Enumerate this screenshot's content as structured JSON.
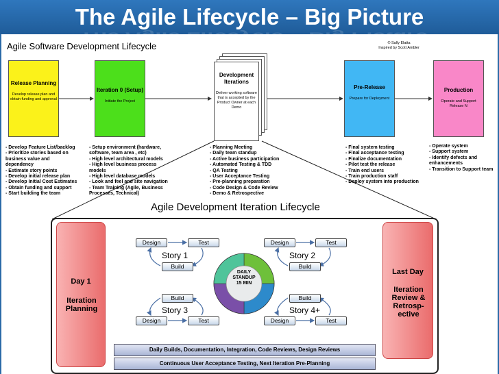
{
  "slide": {
    "title": "The Agile Lifecycle – Big Picture"
  },
  "lifecycle": {
    "title": "Agile Software Development Lifecycle",
    "credit_1": "© Sally Elatta",
    "credit_2": "Inspired by Scott Ambler",
    "phases": [
      {
        "title": "Release Planning",
        "desc": "Develop release plan and obtain funding and approval",
        "color": "#fbf21a",
        "bullets": [
          "- Develop Feature List/backlog",
          "- Prioritize stories based on",
          "business value and",
          "dependency",
          "- Estimate story points",
          "- Develop initial release plan",
          "- Develop Initial Cost Estimates",
          "- Obtain funding and support",
          "- Start building the team"
        ]
      },
      {
        "title": "Iteration 0 (Setup)",
        "desc": "Initiate the Project",
        "color": "#4cdf1b",
        "bullets": [
          "- Setup environment (hardware,",
          "software, team area , etc)",
          "- High level architectural models",
          "- High level business process",
          "models",
          "- High level database models",
          "- Look and feel and site navigation",
          "- Team Training (Agile, Business",
          "Processes, Technical)"
        ]
      },
      {
        "title": "Development Iterations",
        "desc": "Deliver working software that is accepted by the Product Owner at each Demo",
        "color": "#ffffff",
        "bullets": [
          "- Planning Meeting",
          "- Daily team standup",
          "- Active business participation",
          "- Automated Testing & TDD",
          "- QA Testing",
          "- User Acceptance Testing",
          "- Pre-planning preparation",
          "- Code Design & Code Review",
          "- Demo & Retrospective"
        ]
      },
      {
        "title": "Pre-Release",
        "desc": "Prepare for Deployment",
        "color": "#41b7f4",
        "bullets": [
          "- Final system testing",
          "- Final acceptance testing",
          "- Finalize documentation",
          "- Pilot test the release",
          "- Train end users",
          "- Train production staff",
          "- Deploy system into production"
        ]
      },
      {
        "title": "Production",
        "desc": "Operate and Support Release N",
        "color": "#f987c8",
        "bullets": [
          "- Operate system",
          "- Support system",
          "- Identify defects and",
          "enhancements",
          "- Transition to Support team"
        ]
      }
    ]
  },
  "iteration": {
    "title": "Agile Development Iteration Lifecycle",
    "day1": {
      "line1": "Day 1",
      "line2": "Iteration Planning"
    },
    "lastday": {
      "line1": "Last Day",
      "line2": "Iteration Review & Retrosp-ective"
    },
    "standup": [
      "DAILY",
      "STANDUP",
      "15 MIN"
    ],
    "stories": [
      {
        "label": "Story 1",
        "design": "Design",
        "test": "Test",
        "build": "Build"
      },
      {
        "label": "Story 2",
        "design": "Design",
        "test": "Test",
        "build": "Build"
      },
      {
        "label": "Story 3",
        "design": "Design",
        "test": "Test",
        "build": "Build"
      },
      {
        "label": "Story 4+",
        "design": "Design",
        "test": "Test",
        "build": "Build"
      }
    ],
    "bar1": "Daily Builds, Documentation, Integration, Code Reviews, Design Reviews",
    "bar2": "Continuous User Acceptance Testing, Next Iteration Pre-Planning"
  }
}
